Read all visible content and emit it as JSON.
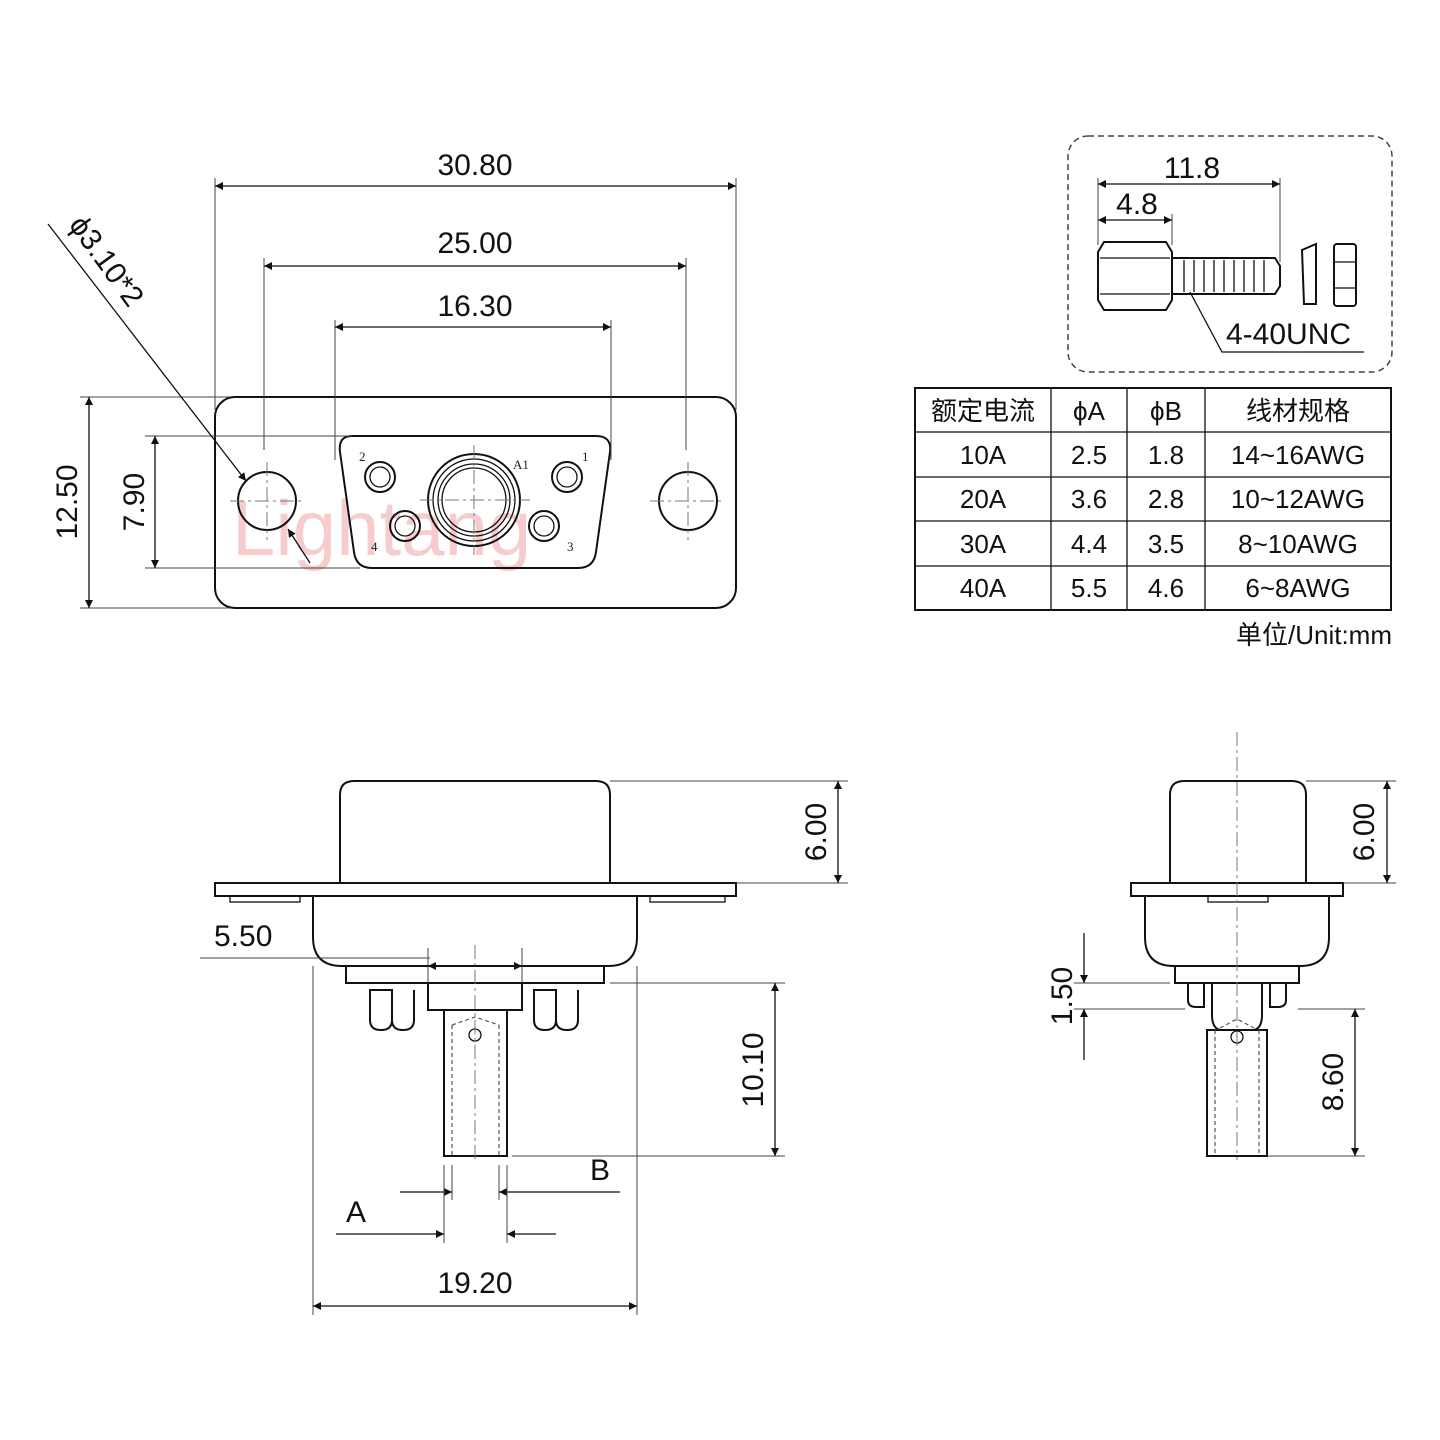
{
  "watermark": "Lightang",
  "front_view": {
    "dims": {
      "overall_width": "30.80",
      "mount_spacing": "25.00",
      "shell_width": "16.30",
      "hole": "ϕ3.10*2",
      "overall_height": "12.50",
      "shell_height": "7.90"
    },
    "pins": [
      "2",
      "1",
      "4",
      "3"
    ],
    "coax_label": "A1"
  },
  "side_view": {
    "dims": {
      "shell_depth": "6.00",
      "offset": "5.50",
      "tail_length": "10.10",
      "shell_bottom_width": "19.20",
      "label_a": "A",
      "label_b": "B"
    }
  },
  "end_view": {
    "dims": {
      "shell_depth": "6.00",
      "gap": "1.50",
      "tail_length": "8.60"
    }
  },
  "screw_detail": {
    "length": "11.8",
    "head_length": "4.8",
    "thread": "4-40UNC"
  },
  "spec_table": {
    "headers": [
      "额定电流",
      "ϕA",
      "ϕB",
      "线材规格"
    ],
    "rows": [
      [
        "10A",
        "2.5",
        "1.8",
        "14~16AWG"
      ],
      [
        "20A",
        "3.6",
        "2.8",
        "10~12AWG"
      ],
      [
        "30A",
        "4.4",
        "3.5",
        "8~10AWG"
      ],
      [
        "40A",
        "5.5",
        "4.6",
        "6~8AWG"
      ]
    ],
    "unit_note": "单位/Unit:mm"
  }
}
